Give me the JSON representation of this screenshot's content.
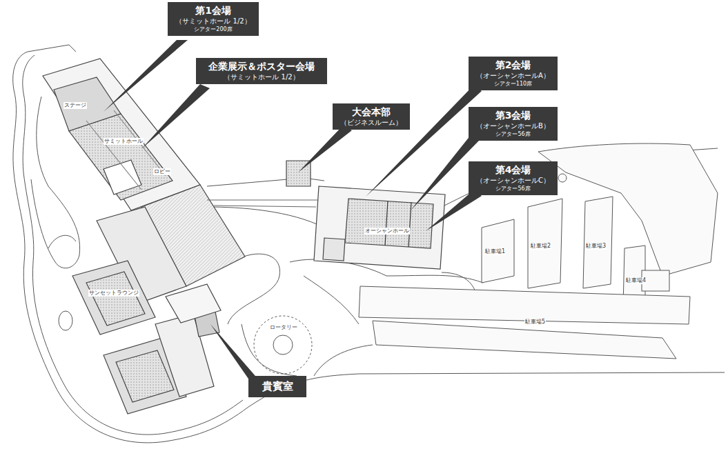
{
  "diagram": {
    "nodes": [
      {
        "text": [
          "第1会場",
          "（サミットホール 1/2）",
          "シアター200席"
        ]
      },
      {
        "text": [
          "企業展示＆ポスター会場",
          "（サミットホール 1/2）"
        ]
      },
      {
        "text": [
          "大会本部",
          "（ビジネスルーム）"
        ]
      },
      {
        "text": [
          "第2会場",
          "（オーシャンホールA）",
          "シアター110席"
        ]
      },
      {
        "text": [
          "第3会場",
          "（オーシャンホールB）",
          "シアター56席"
        ]
      },
      {
        "text": [
          "第4会場",
          "（オーシャンホールC）",
          "シアター56席"
        ]
      },
      {
        "text": [
          "貴賓室"
        ]
      }
    ],
    "labels": [
      "ステージ",
      "サミットホール",
      "ロビー",
      "サンセットラウンジ",
      "オーシャンホール",
      "ロータリー",
      "駐車場1",
      "駐車場2",
      "駐車場3",
      "駐車場4",
      "駐車場5"
    ]
  }
}
